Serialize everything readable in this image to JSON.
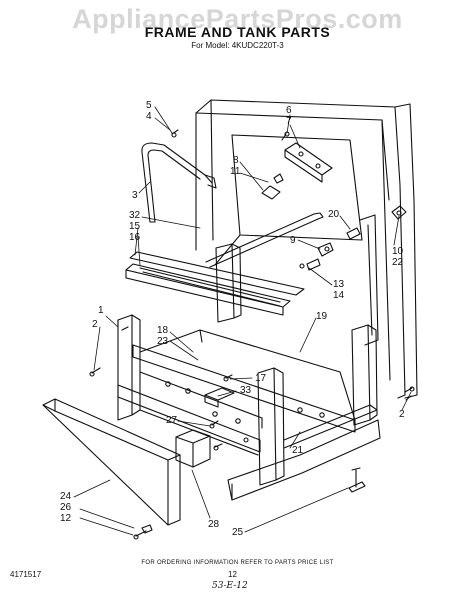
{
  "watermark": "AppliancePartsPros.com",
  "title": "FRAME AND TANK PARTS",
  "model": "For Model: 4KUDC220T-3",
  "callouts": [
    "5",
    "4",
    "6",
    "7",
    "3",
    "8",
    "11",
    "32",
    "15",
    "16",
    "20",
    "9",
    "10",
    "22",
    "13",
    "14",
    "1",
    "2",
    "18",
    "23",
    "19",
    "17",
    "33",
    "2",
    "27",
    "21",
    "24",
    "26",
    "12",
    "28",
    "25"
  ],
  "footer": {
    "order_info": "FOR ORDERING INFORMATION REFER TO PARTS PRICE LIST",
    "doc_number": "4171517",
    "page_number": "12",
    "handwritten": "53-E-12"
  },
  "colors": {
    "ink": "#111111",
    "watermark": "#d6d6d6",
    "paper": "#ffffff"
  }
}
